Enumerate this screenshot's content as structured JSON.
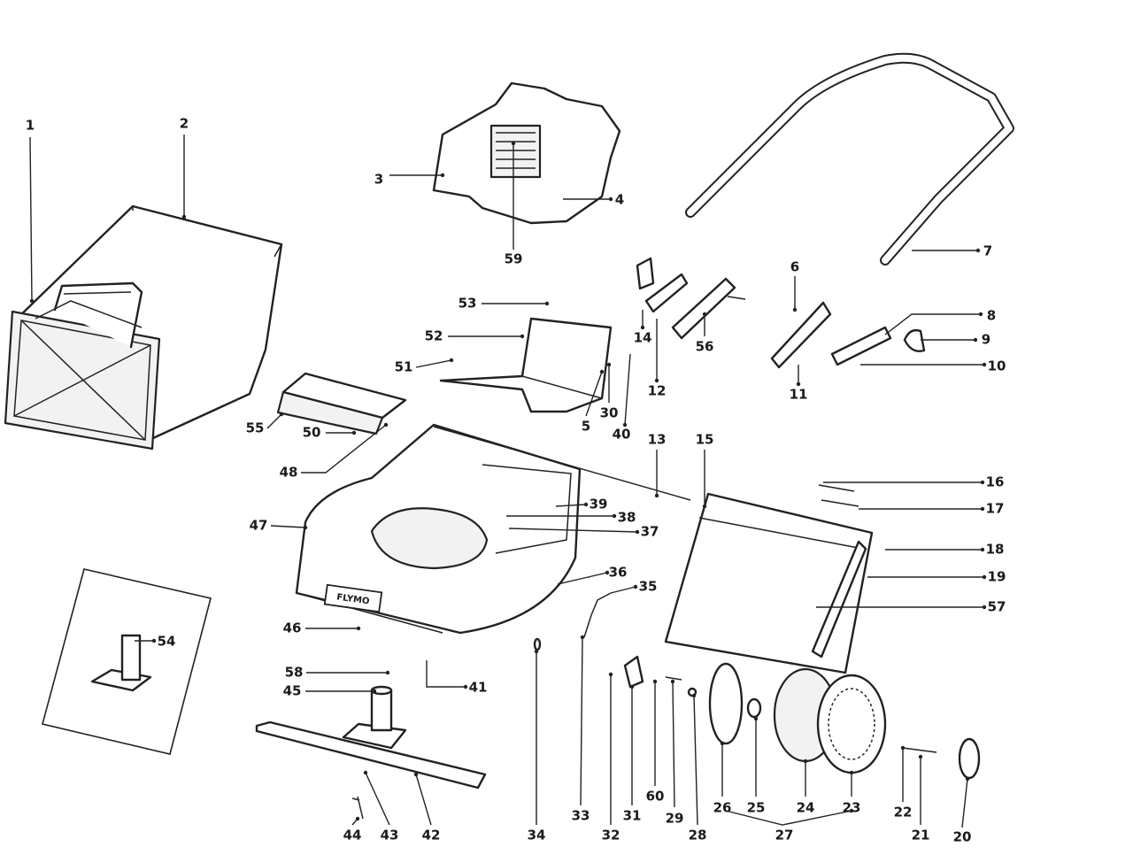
{
  "diagram": {
    "brand_badge": "FLYMO",
    "part_numbers": [
      "1",
      "2",
      "3",
      "4",
      "5",
      "6",
      "7",
      "8",
      "9",
      "10",
      "11",
      "12",
      "13",
      "14",
      "15",
      "16",
      "17",
      "18",
      "19",
      "20",
      "21",
      "22",
      "23",
      "24",
      "25",
      "26",
      "27",
      "28",
      "29",
      "30",
      "31",
      "32",
      "33",
      "34",
      "35",
      "36",
      "37",
      "38",
      "39",
      "40",
      "41",
      "42",
      "43",
      "44",
      "45",
      "46",
      "47",
      "48",
      "50",
      "51",
      "52",
      "53",
      "54",
      "55",
      "56",
      "57",
      "58",
      "59",
      "60"
    ]
  }
}
